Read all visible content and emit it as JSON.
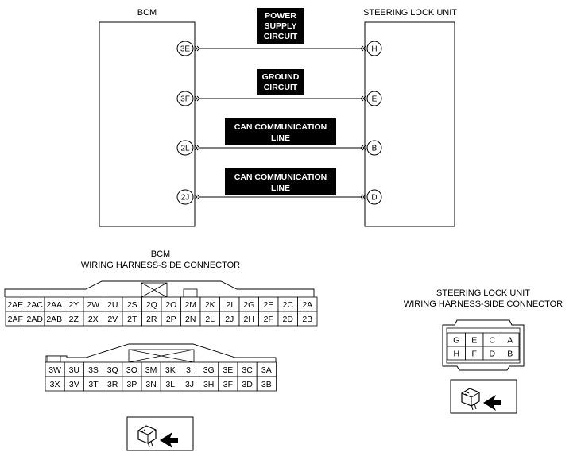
{
  "bcm_title": "BCM",
  "slu_title": "STEERING LOCK UNIT",
  "wires": [
    {
      "bcm_pin": "3E",
      "slu_pin": "H",
      "label": [
        "POWER",
        "SUPPLY",
        "CIRCUIT"
      ]
    },
    {
      "bcm_pin": "3F",
      "slu_pin": "E",
      "label": [
        "GROUND",
        "CIRCUIT"
      ]
    },
    {
      "bcm_pin": "2L",
      "slu_pin": "B",
      "label": [
        "CAN COMMUNICATION",
        "LINE"
      ]
    },
    {
      "bcm_pin": "2J",
      "slu_pin": "D",
      "label": [
        "CAN COMMUNICATION",
        "LINE"
      ]
    }
  ],
  "bcm_connector": {
    "title_lines": [
      "BCM",
      "WIRING HARNESS-SIDE CONNECTOR"
    ],
    "upper_rows": [
      [
        "2AE",
        "2AC",
        "2AA",
        "2Y",
        "2W",
        "2U",
        "2S",
        "2Q",
        "2O",
        "2M",
        "2K",
        "2I",
        "2G",
        "2E",
        "2C",
        "2A"
      ],
      [
        "2AF",
        "2AD",
        "2AB",
        "2Z",
        "2X",
        "2V",
        "2T",
        "2R",
        "2P",
        "2N",
        "2L",
        "2J",
        "2H",
        "2F",
        "2D",
        "2B"
      ]
    ],
    "lower_rows": [
      [
        "3W",
        "3U",
        "3S",
        "3Q",
        "3O",
        "3M",
        "3K",
        "3I",
        "3G",
        "3E",
        "3C",
        "3A"
      ],
      [
        "3X",
        "3V",
        "3T",
        "3R",
        "3P",
        "3N",
        "3L",
        "3J",
        "3H",
        "3F",
        "3D",
        "3B"
      ]
    ]
  },
  "slu_connector": {
    "title_lines": [
      "STEERING LOCK UNIT",
      "WIRING HARNESS-SIDE CONNECTOR"
    ],
    "rows": [
      [
        "G",
        "E",
        "C",
        "A"
      ],
      [
        "H",
        "F",
        "D",
        "B"
      ]
    ]
  }
}
